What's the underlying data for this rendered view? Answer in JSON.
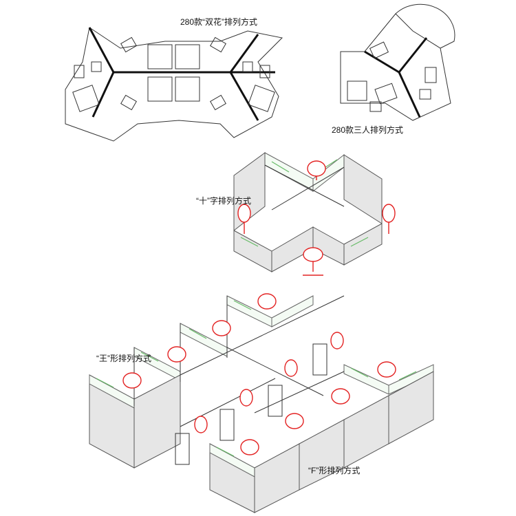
{
  "labels": {
    "double_flower": "280款“双花”排列方式",
    "three_person": "280款三人排列方式",
    "cross": "“十”字排列方式",
    "wang": "“王”形排列方式",
    "f_shape": "“F”形排列方式"
  },
  "colors": {
    "chair": "#e32222",
    "glass_accent": "#66bb66",
    "line": "#333333"
  }
}
